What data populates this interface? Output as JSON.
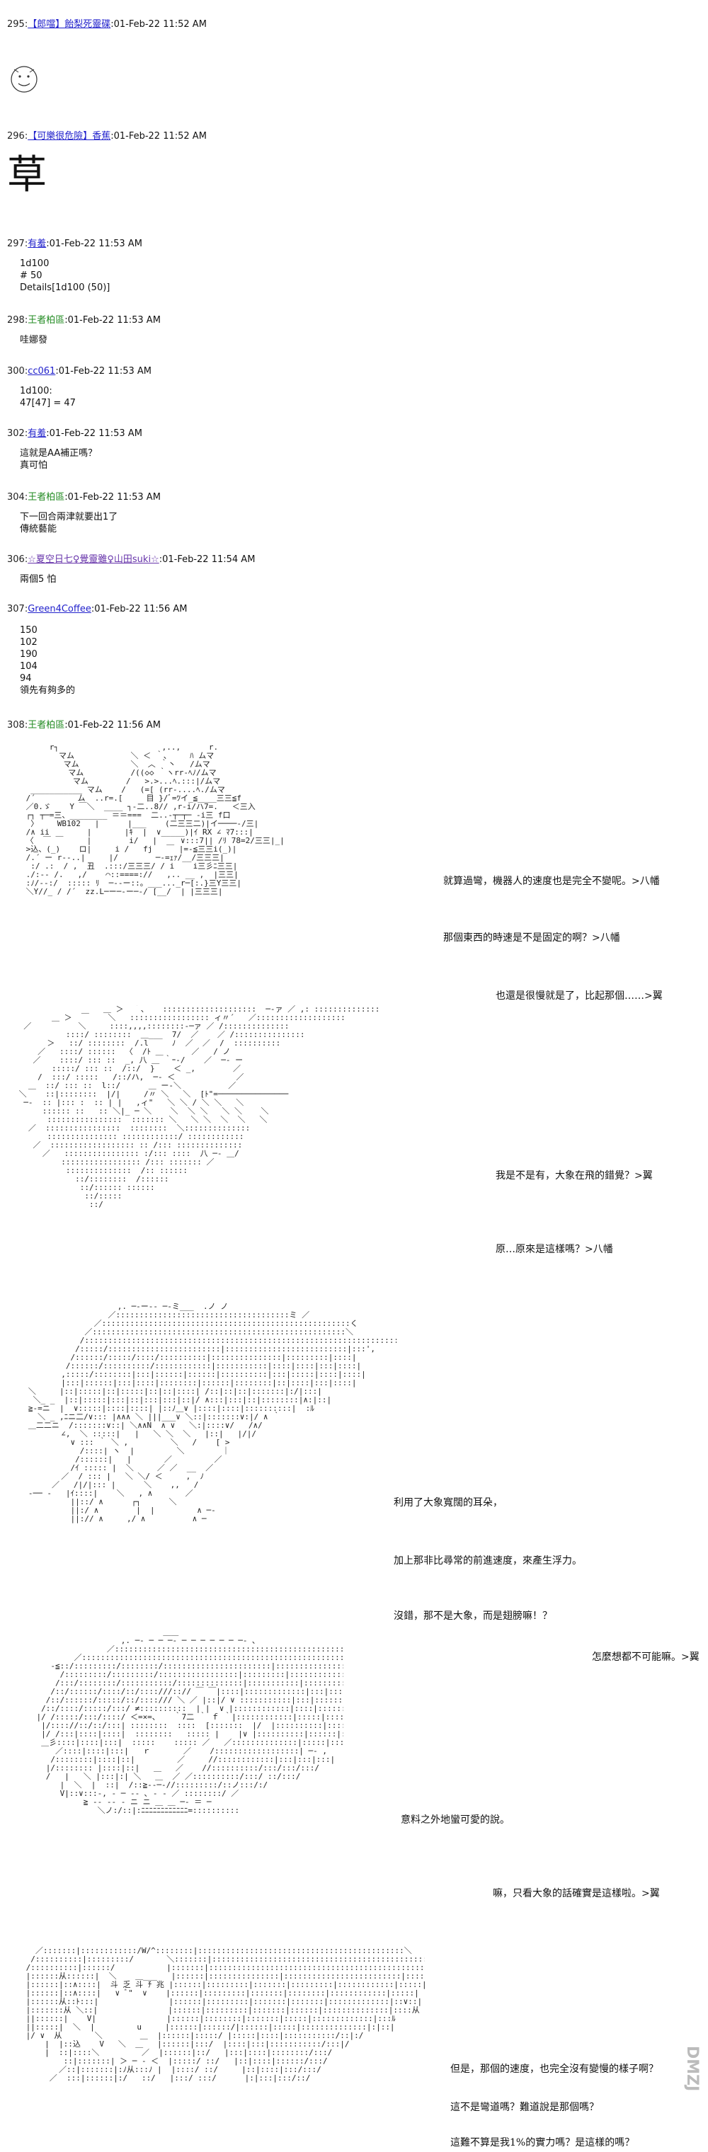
{
  "posts": [
    {
      "num": "295:",
      "name": "【郎噹】飴梨死靈碟",
      "date": ":01-Feb-22 11:52 AM",
      "lines": []
    },
    {
      "num": "296:",
      "name": "【可樂很危險】香蕉",
      "date": ":01-Feb-22 11:52 AM",
      "lines": [],
      "glyph": "草"
    },
    {
      "num": "297:",
      "name": "有羞",
      "date": ":01-Feb-22 11:53 AM",
      "lines": [
        "1d100",
        "# 50",
        "Details[1d100 (50)]"
      ]
    },
    {
      "num": "298:",
      "name": "王者柏區",
      "date": ":01-Feb-22 11:53 AM",
      "lines": [
        "哇娜發"
      ]
    },
    {
      "num": "300:",
      "name": "cc061",
      "date": ":01-Feb-22 11:53 AM",
      "lines": [
        "1d100:",
        "47[47] = 47"
      ]
    },
    {
      "num": "302:",
      "name": "有羞",
      "date": ":01-Feb-22 11:53 AM",
      "lines": [
        "這就是AA補正嗎？",
        "真可怕"
      ]
    },
    {
      "num": "304:",
      "name": "王者柏區",
      "date": ":01-Feb-22 11:53 AM",
      "lines": [
        "下一回合兩津就要出1了",
        "傳統藝能"
      ]
    },
    {
      "num": "306:",
      "name": "☆夏空日七♀覺靈雖♀山田suki☆",
      "date": ":01-Feb-22 11:54 AM",
      "lines": [
        "兩個5 怕"
      ]
    },
    {
      "num": "307:",
      "name": "Green4Coffee",
      "date": ":01-Feb-22 11:56 AM",
      "lines": [
        "150",
        "102",
        "190",
        "104",
        "94",
        "領先有夠多的"
      ]
    },
    {
      "num": "308:",
      "name": "王者柏區",
      "date": ":01-Feb-22 11:56 AM",
      "lines": []
    }
  ],
  "dialogs": [
    {
      "text": "就算過彎，機器人的速度也是完全不變呢。>八幡"
    },
    {
      "text": "那個東西的時速是不是固定的啊？>八幡"
    },
    {
      "text": "也還是很慢就是了，比起那個……>翼"
    },
    {
      "text": "我是不是有，大象在飛的錯覺？>翼"
    },
    {
      "text": "原…原來是這樣嗎？>八幡"
    },
    {
      "text": "利用了大象寬闊的耳朵，"
    },
    {
      "text": "加上那非比尋常的前進速度，來產生浮力。"
    },
    {
      "text": "沒錯，那不是大象，而是翅膀嘛！？"
    },
    {
      "text": "怎麼想都不可能嘛。>翼"
    },
    {
      "text": "意料之外地蠻可愛的說。"
    },
    {
      "text": "嘛，只看大象的話確實是這樣啦。>翼"
    },
    {
      "text": "但是，那個的速度，也完全沒有變慢的樣子啊？"
    },
    {
      "text": "這不是彎道嗎？難道說是那個嗎？"
    },
    {
      "text": "這難不算是我1%的實力嗎？是這樣的嗎？"
    }
  ],
  "watermark": "DMZJ",
  "art_labels": {
    "wb": "WB102"
  }
}
